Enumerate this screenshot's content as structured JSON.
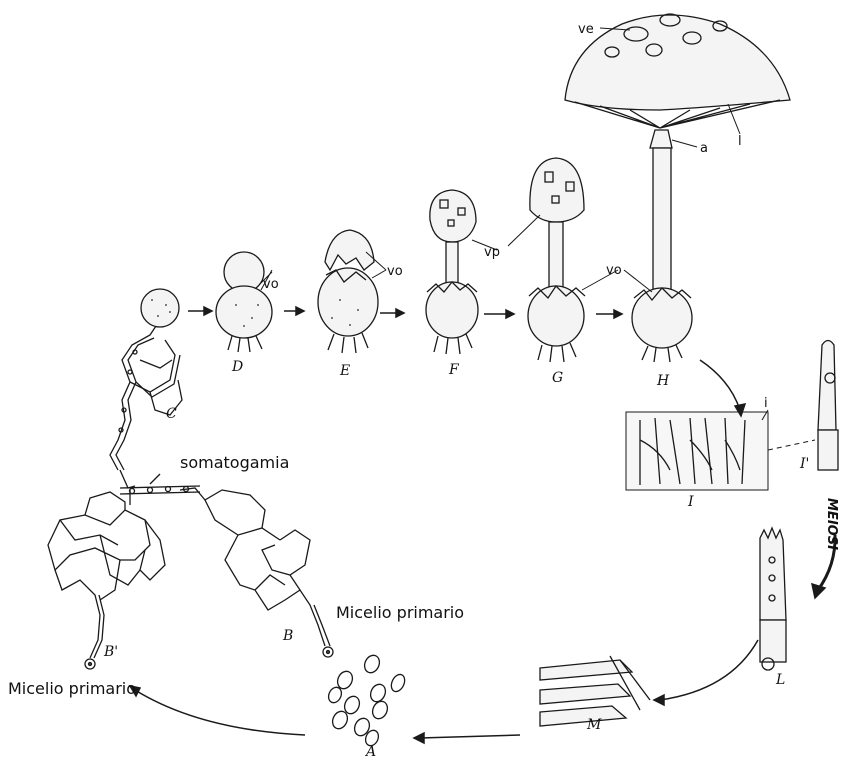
{
  "annotations": {
    "somatogamia": "somatogamia",
    "micelio_primario_right": "Micelio primario",
    "micelio_primario_left": "Micelio primario",
    "meiosi": "MEIOSI"
  },
  "stage_labels": {
    "A": "A",
    "Bprime": "B'",
    "B": "B",
    "C": "C",
    "D": "D",
    "E": "E",
    "F": "F",
    "G": "G",
    "H": "H",
    "I": "I",
    "Iprime": "I'",
    "L": "L",
    "M": "M"
  },
  "part_labels": {
    "ve": "ve",
    "l": "l",
    "a": "a",
    "vp": "vp",
    "vo1": "vo",
    "vo2": "vo",
    "vo3": "vo",
    "i": "i"
  }
}
